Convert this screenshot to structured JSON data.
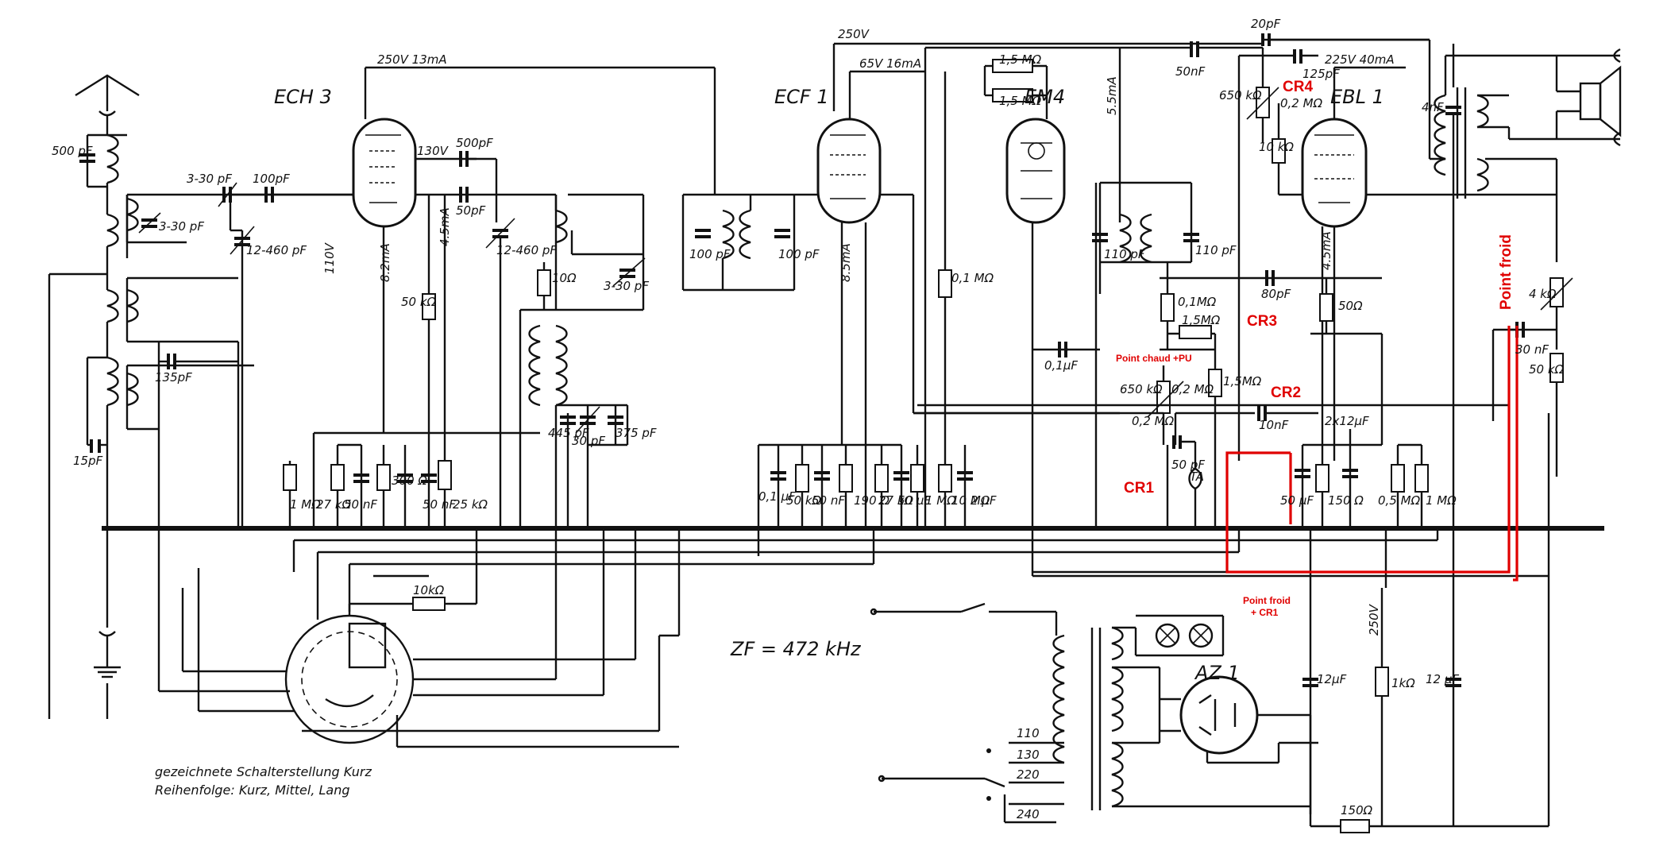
{
  "tubes": [
    {
      "id": "ech3",
      "label": "ECH 3"
    },
    {
      "id": "ecf1",
      "label": "ECF 1"
    },
    {
      "id": "em4",
      "label": "EM4"
    },
    {
      "id": "ebl1",
      "label": "EBL 1"
    },
    {
      "id": "az1",
      "label": "AZ 1"
    }
  ],
  "supply_labels": {
    "ech3_supply": "250V 13mA",
    "main_supply": "250V",
    "ecf1_supply": "65V 16mA",
    "ebl1_supply": "225V 40mA",
    "em4_current": "5.5mA",
    "ech3_screen": "130V",
    "ech3_cathode_current": "8.2mA",
    "ech3_osc_current": "4.5mA",
    "ecf1_current": "8.5mA",
    "ebl1_current": "4.5mA",
    "rectifier_voltage": "250V",
    "if_frequency": "ZF = 472 kHz"
  },
  "components": {
    "c_ant": "500 pF",
    "c_trim1": "3-30 pF",
    "c_trim_ant": "3-30 pF",
    "c_100": "100pF",
    "c_var1": "12-460 pF",
    "c_135": "135pF",
    "c_15": "15pF",
    "c_500": "500pF",
    "c_50pf": "50pF",
    "c_var2": "12-460 pF",
    "r_10": "10Ω",
    "c_trim2": "3-30 pF",
    "c_445": "445 pF",
    "c_30": "30 pF",
    "c_375": "375 pF",
    "r_50k": "50 kΩ",
    "v_110": "110V",
    "r_1m_a": "1 MΩ",
    "r_27k": "27 kΩ",
    "c_50nf_a": "50 nF",
    "r_300": "300 Ω",
    "c_50nf_b": "50 nF",
    "r_25k": "25 kΩ",
    "r_10k": "10kΩ",
    "c_100_if1": "100 pF",
    "c_100_if2": "100 pF",
    "c_01uf": "0,1 µF",
    "r_50k_b": "50 kΩ",
    "c_50nf_c": "50 nF",
    "r_190": "190 Ω",
    "r_27k_b": "27 kΩ",
    "c_50uf": "50 µF",
    "r_1m_b": "1 MΩ",
    "r_01m": "0,1 MΩ",
    "r_10m": "10 MΩ",
    "c_2uf": "2 µF",
    "r_15m_a": "1,5 MΩ",
    "r_15m_b": "1,5 MΩ",
    "c_01uf_b": "0,1µF",
    "c_110_a": "110 pF",
    "c_110_b": "110 pF",
    "c_50nf_top": "50nF",
    "c_20pf": "20pF",
    "c_125pf": "125pF",
    "r_650": "650 kΩ",
    "r_02m": "0,2 MΩ",
    "r_10k_b": "10 kΩ",
    "c_4nf": "4nF",
    "r_01m_b": "0,1MΩ",
    "r_15m_c": "1,5MΩ",
    "c_80pf": "80pF",
    "r_50": "50Ω",
    "r_650_b": "650 kΩ",
    "r_02m_b": "0,2 MΩ",
    "r_15m_d": "1,5MΩ",
    "c_10nf": "10nF",
    "r_02m_c": "0,2 MΩ",
    "c_50pf_b": "50 pF",
    "ta": "TA",
    "c_2x12": "2x12µF",
    "c_50uf_b": "50 µF",
    "r_150": "150 Ω",
    "r_05m": "0,5 MΩ",
    "r_1m_c": "1 MΩ",
    "r_4k": "4 kΩ",
    "c_30nf": "30 nF",
    "r_50k_c": "50 kΩ",
    "c_12uf_a": "12µF",
    "r_1k": "1kΩ",
    "c_12uf_b": "12 µF",
    "r_150_b": "150Ω",
    "mains_110": "110",
    "mains_130": "130",
    "mains_220": "220",
    "mains_240": "240"
  },
  "annotations": {
    "cr1": "CR1",
    "cr2": "CR2",
    "cr3": "CR3",
    "cr4": "CR4",
    "point_chaud": "Point chaud +PU",
    "point_froid_bottom_1": "Point froid",
    "point_froid_bottom_2": "+ CR1",
    "point_froid_right": "Point froid"
  },
  "notes": {
    "line1": "gezeichnete Schalterstellung Kurz",
    "line2": "Reihenfolge: Kurz, Mittel, Lang"
  },
  "colors": {
    "ink": "#111111",
    "annotation": "#e00000",
    "background": "#ffffff"
  }
}
